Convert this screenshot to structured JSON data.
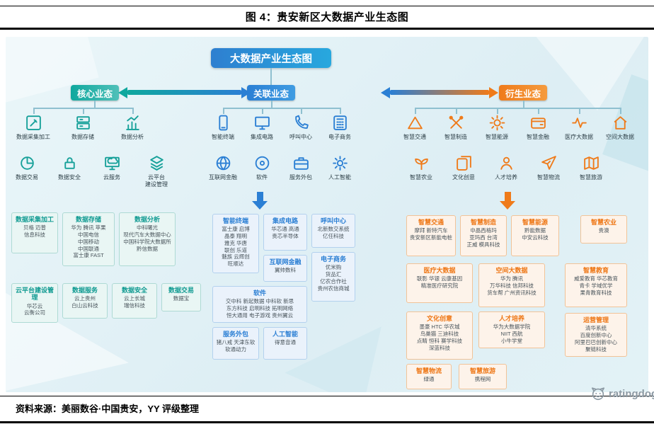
{
  "header": {
    "title": "图 4：贵安新区大数据产业生态图"
  },
  "root_node": {
    "label": "大数据产业生态图"
  },
  "colors": {
    "core": "#0fa89e",
    "related": "#2b7fd4",
    "derived": "#ef7b1a"
  },
  "categories": {
    "core": {
      "label": "核心业态"
    },
    "related": {
      "label": "关联业态"
    },
    "derived": {
      "label": "衍生业态"
    }
  },
  "core": {
    "icons": [
      {
        "label": "数据采集加工"
      },
      {
        "label": "数据存储"
      },
      {
        "label": "数据分析"
      },
      {
        "label": "数据交易"
      },
      {
        "label": "数据安全"
      },
      {
        "label": "云服务"
      },
      {
        "label": "云平台\n建设管理"
      }
    ],
    "boxes": [
      {
        "title": "数据采集加工",
        "companies": "贝格 迈普\n信息科技"
      },
      {
        "title": "数据存储",
        "companies": "华为 腾讯 苹果\n中国电信\n中国移动\n中国联通\n富士康 FAST"
      },
      {
        "title": "数据分析",
        "companies": "中科曙光\n现代汽车大数据中心\n中国科学院大数据所\n黔信数据"
      },
      {
        "title": "云平台建设管理",
        "companies": "华芯云\n云衡公司"
      },
      {
        "title": "数据服务",
        "companies": "云上贵州\n白山云科技"
      },
      {
        "title": "数据安全",
        "companies": "云上长城\n瑞信科技"
      },
      {
        "title": "数据交易",
        "companies": "数据宝"
      }
    ]
  },
  "related": {
    "icons": [
      {
        "label": "智能终端"
      },
      {
        "label": "集成电路"
      },
      {
        "label": "呼叫中心"
      },
      {
        "label": "电子商务"
      },
      {
        "label": "互联网金融"
      },
      {
        "label": "软件"
      },
      {
        "label": "服务外包"
      },
      {
        "label": "人工智能"
      }
    ],
    "boxes": [
      {
        "title": "智能终端",
        "companies": "富士康 启博\n晶泰 翔明\n雅克 华唐\n联创 乐道\n魅族 云辉创\n旺顺达"
      },
      {
        "title": "集成电路",
        "companies": "华芯通 高通\n贵芯半导体"
      },
      {
        "title": "互联网金融",
        "companies": "翼帅数科"
      },
      {
        "title": "呼叫中心",
        "companies": "北新数交系统\n亿任科技"
      },
      {
        "title": "电子商务",
        "companies": "优米购\n货品汇\n亿农合作社\n贵州农信商城"
      },
      {
        "title": "软件",
        "companies": "交中科 新起数据 中科软 新思\n东方科技 启明科技 拓明网络\n恒大通用 电子游戏 贵州翼云"
      },
      {
        "title": "服务外包",
        "companies": "猪八戒 天津东软\n软通动力"
      },
      {
        "title": "人工智能",
        "companies": "得意音通"
      }
    ]
  },
  "derived": {
    "icons": [
      {
        "label": "智慧交通"
      },
      {
        "label": "智慧制造"
      },
      {
        "label": "智慧能源"
      },
      {
        "label": "智慧金融"
      },
      {
        "label": "医疗大数据"
      },
      {
        "label": "空间大数据"
      },
      {
        "label": "智慧农业"
      },
      {
        "label": "文化创意"
      },
      {
        "label": "人才培养"
      },
      {
        "label": "智慧物流"
      },
      {
        "label": "智慧旅游"
      }
    ],
    "boxes": [
      {
        "title": "智慧交通",
        "companies": "摩拜 新特汽车\n贵安新区新能电桩"
      },
      {
        "title": "智慧制造",
        "companies": "中晶西格玛\n亚玛西 台湾\n正威 模具科技"
      },
      {
        "title": "智慧能源",
        "companies": "黔能数据\n中安云科技"
      },
      {
        "title": "智慧农业",
        "companies": "贵澳"
      },
      {
        "title": "医疗大数据",
        "companies": "联影 华银 云康基因\n精准医疗研究院"
      },
      {
        "title": "空间大数据",
        "companies": "华为 腾讯\n万华科技 信邦科技\n货车帮 广州资讯科技"
      },
      {
        "title": "智慧教育",
        "companies": "威爱教育 华芯教育\n青卡 学域优学\n果青教育科技"
      },
      {
        "title": "文化创意",
        "companies": "墨豪 HTC 华农城\n鸟巢猫 三迪科技\n点睛 恒科 赛学科技\n深蓝科技"
      },
      {
        "title": "人才培养",
        "companies": "华为大数据学院\nNIIT 西航\n小牛学堂"
      },
      {
        "title": "运营管理",
        "companies": "清华系统\n百度创新中心\n阿里巴巴创新中心\n聚链科技"
      },
      {
        "title": "智慧物流",
        "companies": "绿通"
      },
      {
        "title": "智慧旅游",
        "companies": "携程网"
      }
    ]
  },
  "footer": {
    "source": "资料来源：美丽数谷·中国贵安，YY 评级整理",
    "logo": "ratingdog"
  }
}
